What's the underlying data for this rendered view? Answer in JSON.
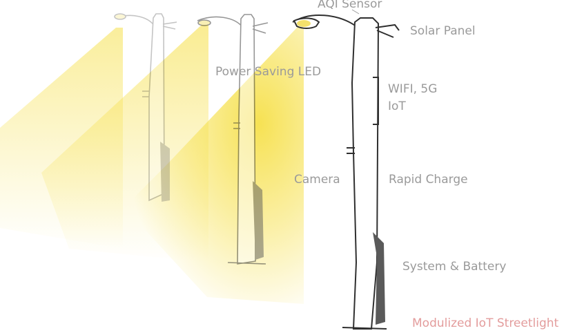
{
  "labels": {
    "aqi_sensor": "AQI Sensor",
    "solar_panel": "Solar Panel",
    "power_saving_led": "Power Saving LED",
    "wifi_5g": "WIFI, 5G",
    "iot": "IoT",
    "camera": "Camera",
    "rapid_charge": "Rapid Charge",
    "system_battery": "System & Battery",
    "title": "Modulized IoT Streetlight"
  },
  "colors": {
    "light_beam": "#f6e04a",
    "lamp_head": "#f3e06c",
    "pole_outline": "#2f2f2f",
    "battery_module": "#5a5a5a",
    "label_text": "#9a9a9a",
    "title_text": "#e39c9c"
  }
}
